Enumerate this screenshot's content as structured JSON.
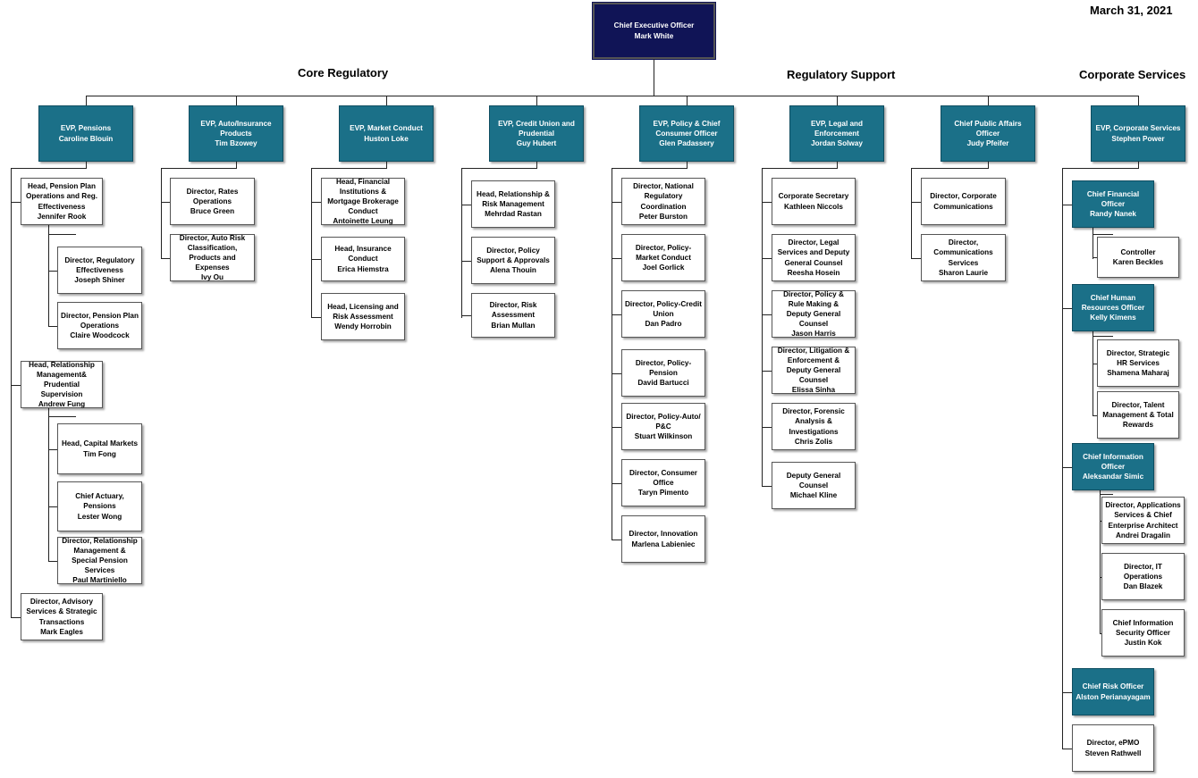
{
  "date": "March 31, 2021",
  "headers": {
    "core": "Core Regulatory",
    "support": "Regulatory Support",
    "corporate": "Corporate Services"
  },
  "ceo": {
    "title": "Chief Executive Officer",
    "name": "Mark White"
  },
  "columns": [
    {
      "key": "pensions",
      "head": {
        "title": "EVP, Pensions",
        "name": "Caroline Blouin"
      },
      "items": [
        {
          "key": "pp",
          "title": "Head, Pension Plan Operations and Reg. Effectiveness",
          "name": "Jennifer Rook"
        },
        {
          "key": "re",
          "title": "Director, Regulatory Effectiveness",
          "name": "Joseph Shiner"
        },
        {
          "key": "ppo",
          "title": "Director, Pension Plan Operations",
          "name": "Claire Woodcock"
        },
        {
          "key": "rm",
          "title": "Head, Relationship Management& Prudential Supervision",
          "name": "Andrew Fung"
        },
        {
          "key": "cm",
          "title": "Head, Capital Markets",
          "name": "Tim Fong"
        },
        {
          "key": "ca",
          "title": "Chief Actuary, Pensions",
          "name": "Lester Wong"
        },
        {
          "key": "rmsp",
          "title": "Director, Relationship Management & Special Pension Services",
          "name": "Paul Martiniello"
        },
        {
          "key": "adv",
          "title": "Director, Advisory Services & Strategic Transactions",
          "name": "Mark Eagles"
        }
      ]
    },
    {
      "key": "auto",
      "head": {
        "title": "EVP, Auto/Insurance Products",
        "name": "Tim Bzowey"
      },
      "items": [
        {
          "key": "rates",
          "title": "Director, Rates Operations",
          "name": "Bruce Green"
        },
        {
          "key": "risk",
          "title": "Director, Auto Risk Classification, Products and Expenses",
          "name": "Ivy Ou"
        }
      ]
    },
    {
      "key": "market",
      "head": {
        "title": "EVP, Market Conduct",
        "name": "Huston Loke"
      },
      "items": [
        {
          "key": "fin",
          "title": "Head, Financial Institutions & Mortgage Brokerage Conduct",
          "name": "Antoinette Leung"
        },
        {
          "key": "ins",
          "title": "Head, Insurance Conduct",
          "name": "Erica Hiemstra"
        },
        {
          "key": "lic",
          "title": "Head, Licensing and Risk Assessment",
          "name": "Wendy Horrobin"
        }
      ]
    },
    {
      "key": "credit",
      "head": {
        "title": "EVP, Credit Union and Prudential",
        "name": "Guy Hubert"
      },
      "items": [
        {
          "key": "rel",
          "title": "Head, Relationship & Risk Management",
          "name": "Mehrdad Rastan"
        },
        {
          "key": "pol",
          "title": "Director, Policy Support & Approvals",
          "name": "Alena Thouin"
        },
        {
          "key": "ra",
          "title": "Director, Risk Assessment",
          "name": "Brian Mullan"
        }
      ]
    },
    {
      "key": "policy",
      "head": {
        "title": "EVP, Policy & Chief Consumer Officer",
        "name": "Glen Padassery"
      },
      "items": [
        {
          "key": "nrc",
          "title": "Director, National Regulatory Coordination",
          "name": "Peter Burston"
        },
        {
          "key": "pmc",
          "title": "Director, Policy- Market Conduct",
          "name": "Joel Gorlick"
        },
        {
          "key": "pcu",
          "title": "Director, Policy-Credit Union",
          "name": "Dan Padro"
        },
        {
          "key": "ppen",
          "title": "Director, Policy-Pension",
          "name": "David Bartucci"
        },
        {
          "key": "pauto",
          "title": "Director, Policy-Auto/ P&C",
          "name": "Stuart Wilkinson"
        },
        {
          "key": "co",
          "title": "Director, Consumer Office",
          "name": "Taryn Pimento"
        },
        {
          "key": "inn",
          "title": "Director, Innovation",
          "name": "Marlena Labieniec"
        }
      ]
    },
    {
      "key": "legal",
      "head": {
        "title": "EVP, Legal and Enforcement",
        "name": "Jordan Solway"
      },
      "items": [
        {
          "key": "cs",
          "title": "Corporate Secretary",
          "name": "Kathleen Niccols"
        },
        {
          "key": "ls",
          "title": "Director, Legal Services and Deputy General Counsel",
          "name": "Reesha Hosein"
        },
        {
          "key": "pr",
          "title": "Director, Policy & Rule Making & Deputy General Counsel",
          "name": "Jason Harris"
        },
        {
          "key": "lit",
          "title": "Director, Litigation & Enforcement & Deputy General Counsel",
          "name": "Elissa Sinha"
        },
        {
          "key": "for",
          "title": "Director, Forensic Analysis & Investigations",
          "name": "Chris Zolis"
        },
        {
          "key": "dgc",
          "title": "Deputy General Counsel",
          "name": "Michael Kline"
        }
      ]
    },
    {
      "key": "public",
      "head": {
        "title": "Chief Public Affairs Officer",
        "name": "Judy Pfeifer"
      },
      "items": [
        {
          "key": "cc",
          "title": "Director, Corporate Communications",
          "name": ""
        },
        {
          "key": "csv",
          "title": "Director, Communications Services",
          "name": "Sharon Laurie"
        }
      ]
    },
    {
      "key": "corp",
      "head": {
        "title": "EVP, Corporate Services",
        "name": "Stephen Power"
      },
      "items": [
        {
          "key": "cfo",
          "title": "Chief Financial Officer",
          "name": "Randy Nanek"
        },
        {
          "key": "ctrl",
          "title": "Controller",
          "name": "Karen Beckles"
        },
        {
          "key": "chro",
          "title": "Chief Human Resources Officer",
          "name": "Kelly Kimens"
        },
        {
          "key": "shr",
          "title": "Director, Strategic HR Services",
          "name": "Shamena Maharaj"
        },
        {
          "key": "tm",
          "title": "Director, Talent Management & Total Rewards",
          "name": ""
        },
        {
          "key": "cio",
          "title": "Chief Information Officer",
          "name": "Aleksandar Simic"
        },
        {
          "key": "app",
          "title": "Director, Applications Services & Chief Enterprise Architect",
          "name": "Andrei Dragalin"
        },
        {
          "key": "ito",
          "title": "Director, IT Operations",
          "name": "Dan Blazek"
        },
        {
          "key": "ciso",
          "title": "Chief Information Security Officer",
          "name": "Justin Kok"
        },
        {
          "key": "cro",
          "title": "Chief Risk Officer",
          "name": "Alston Perianayagam"
        },
        {
          "key": "epmo",
          "title": "Director, ePMO",
          "name": "Steven Rathwell"
        }
      ]
    }
  ]
}
